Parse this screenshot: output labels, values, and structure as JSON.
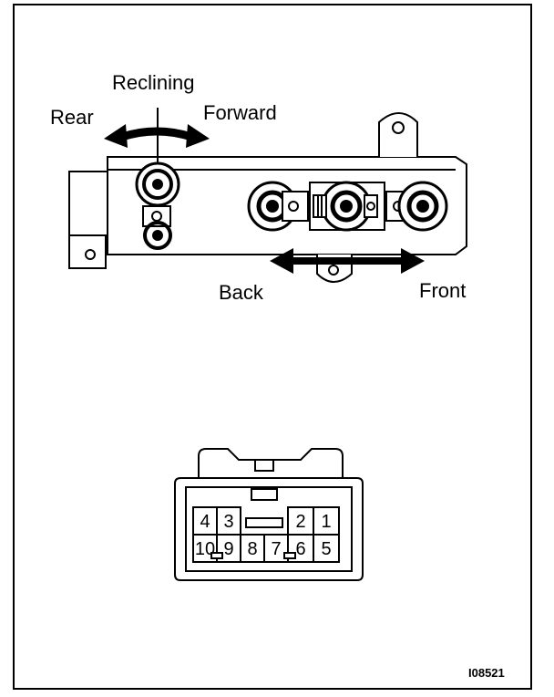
{
  "labels": {
    "reclining": "Reclining",
    "rear": "Rear",
    "forward": "Forward",
    "back": "Back",
    "front": "Front"
  },
  "connector_pins": {
    "top_row_left": [
      "4",
      "3"
    ],
    "top_row_right": [
      "2",
      "1"
    ],
    "bottom_row": [
      "10",
      "9",
      "8",
      "7",
      "6",
      "5"
    ]
  },
  "figure_id": "I08521"
}
